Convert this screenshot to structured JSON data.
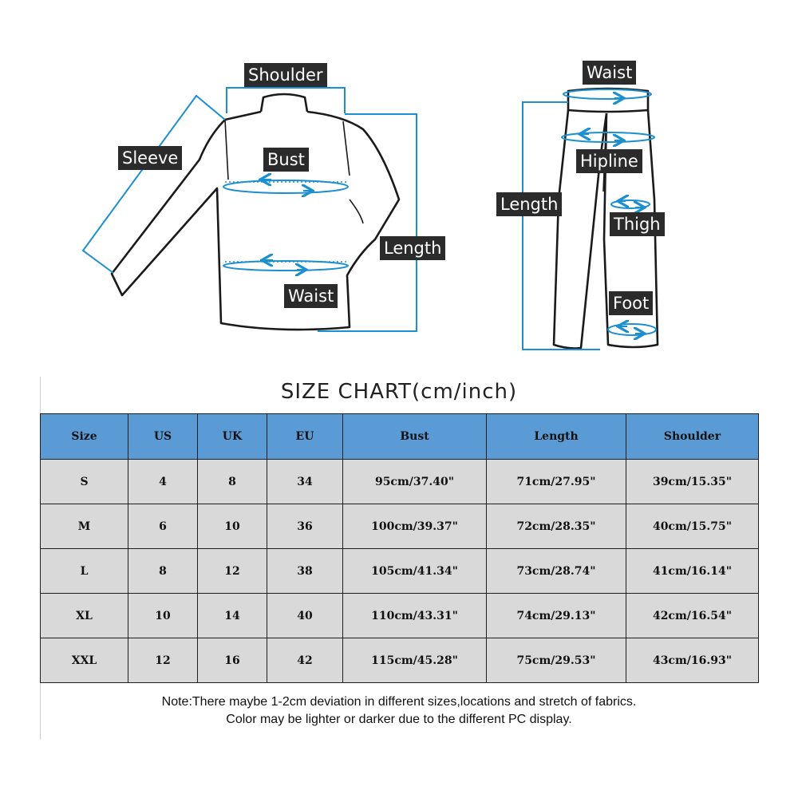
{
  "labels": {
    "top": {
      "shoulder": "Shoulder",
      "sleeve": "Sleeve",
      "bust": "Bust",
      "length": "Length",
      "waist": "Waist"
    },
    "pants": {
      "waist": "Waist",
      "hipline": "Hipline",
      "length": "Length",
      "thigh": "Thigh",
      "foot": "Foot"
    }
  },
  "colors": {
    "measure_line": "#1b8fd0",
    "header_bg": "#5b9bd5",
    "cell_bg": "#d9d9d9",
    "tag_bg": "#2b2b2b"
  },
  "chart_title": "SIZE CHART(cm/inch)",
  "table": {
    "headers": [
      "Size",
      "US",
      "UK",
      "EU",
      "Bust",
      "Length",
      "Shoulder"
    ],
    "rows": [
      [
        "S",
        "4",
        "8",
        "34",
        "95cm/37.40\"",
        "71cm/27.95\"",
        "39cm/15.35\""
      ],
      [
        "M",
        "6",
        "10",
        "36",
        "100cm/39.37\"",
        "72cm/28.35\"",
        "40cm/15.75\""
      ],
      [
        "L",
        "8",
        "12",
        "38",
        "105cm/41.34\"",
        "73cm/28.74\"",
        "41cm/16.14\""
      ],
      [
        "XL",
        "10",
        "14",
        "40",
        "110cm/43.31\"",
        "74cm/29.13\"",
        "42cm/16.54\""
      ],
      [
        "XXL",
        "12",
        "16",
        "42",
        "115cm/45.28\"",
        "75cm/29.53\"",
        "43cm/16.93\""
      ]
    ]
  },
  "note": {
    "line1": "Note:There maybe 1-2cm deviation in different sizes,locations and stretch of fabrics.",
    "line2": "Color may be lighter or darker due to the different PC display."
  }
}
